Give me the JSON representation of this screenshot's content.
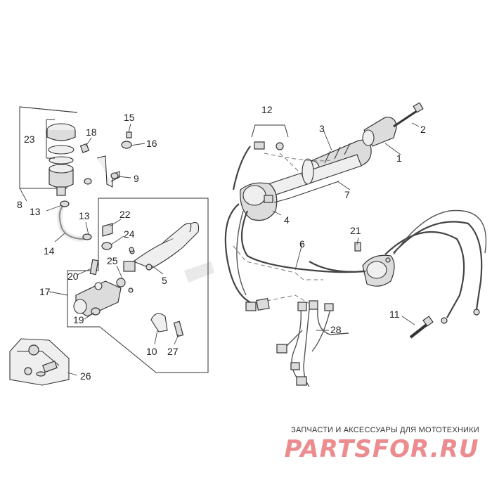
{
  "callouts": {
    "c1": "1",
    "c2": "2",
    "c3": "3",
    "c4": "4",
    "c5": "5",
    "c6": "6",
    "c7": "7",
    "c8": "8",
    "c9": "9",
    "c10": "10",
    "c11": "11",
    "c12": "12",
    "c13a": "13",
    "c13b": "13",
    "c14": "14",
    "c15": "15",
    "c16": "16",
    "c17": "17",
    "c18": "18",
    "c19": "19",
    "c20": "20",
    "c21": "21",
    "c22": "22",
    "c23": "23",
    "c24": "24",
    "c25": "25",
    "c26": "26",
    "c27": "27",
    "c28": "28"
  },
  "watermark": {
    "banner": "ЗАПЧАСТИ И АКСЕССУАРЫ ДЛЯ МОТОТЕХНИКИ",
    "logo": "PARTSFOR.RU",
    "logo_color": "#ec8c8f"
  }
}
